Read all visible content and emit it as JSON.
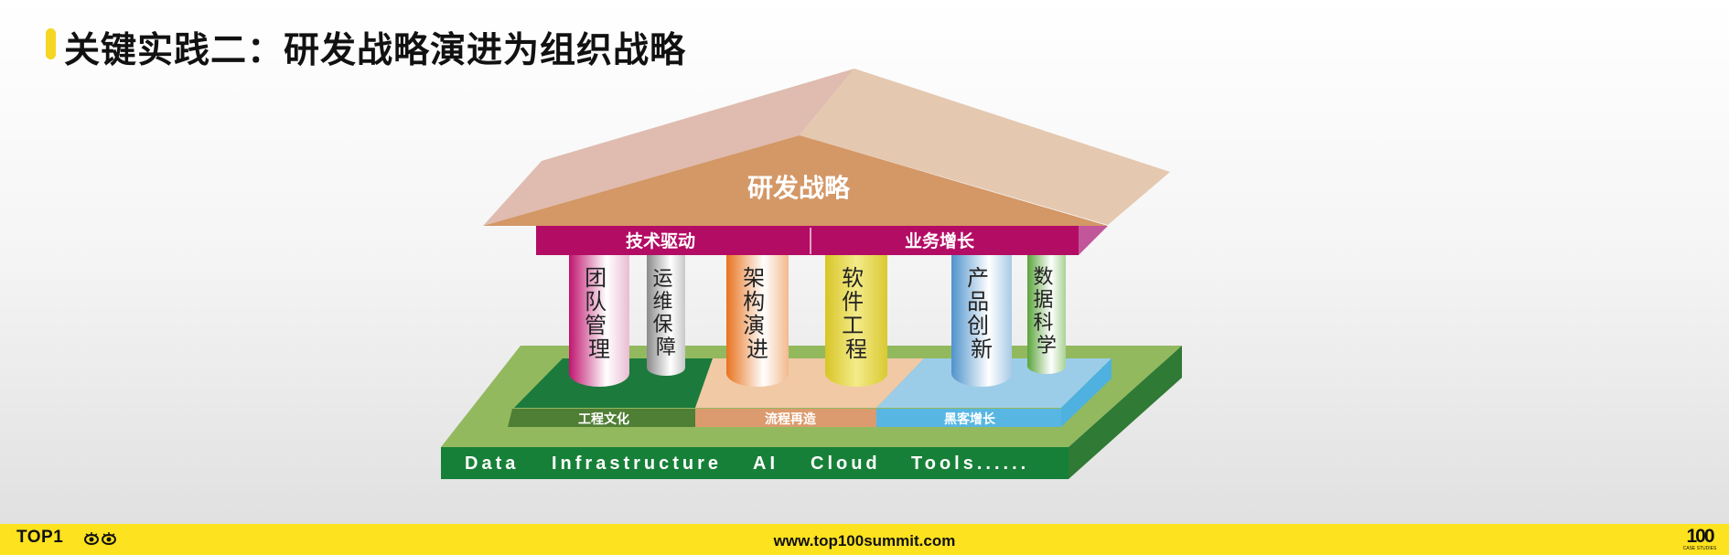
{
  "title": "关键实践二：研发战略演进为组织战略",
  "diagram": {
    "roof_label": "研发战略",
    "beams": [
      "技术驱动",
      "业务增长"
    ],
    "pillars": [
      {
        "text": "团队管理",
        "color": "#c0156f"
      },
      {
        "text": "运维保障",
        "color": "#8a8a8a"
      },
      {
        "text": "架构演进",
        "color": "#e8731f"
      },
      {
        "text": "软件工程",
        "color": "#d8c527"
      },
      {
        "text": "产品创新",
        "color": "#4f93cc"
      },
      {
        "text": "数据科学",
        "color": "#5aa43a"
      }
    ],
    "platform_blocks": [
      "工程文化",
      "流程再造",
      "黑客增长"
    ],
    "base_items": [
      "Data",
      "Infrastructure",
      "AI",
      "Cloud",
      "Tools......"
    ]
  },
  "footer": {
    "logo_text": "TOP1",
    "url": "www.top100summit.com",
    "badge_number": "100",
    "badge_sub": "CASE STUDIES"
  }
}
